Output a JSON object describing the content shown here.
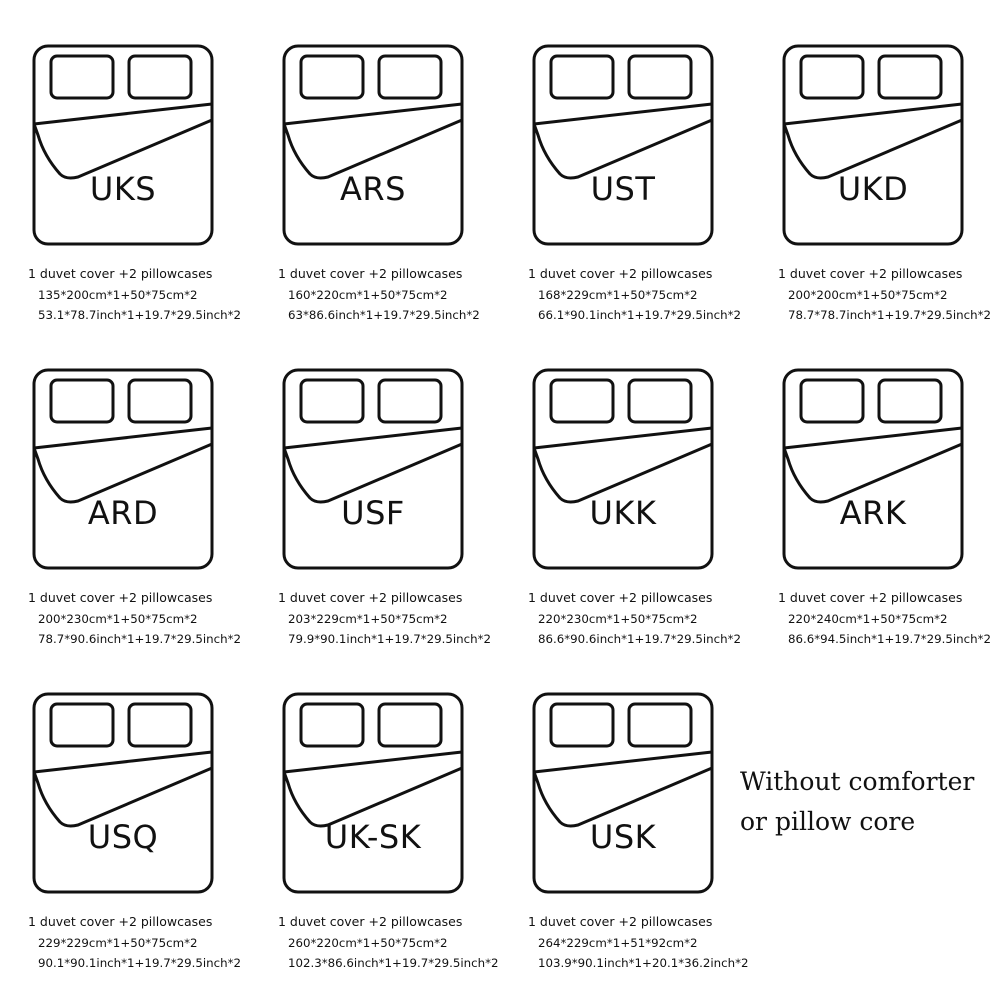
{
  "products": [
    {
      "code": "UKS",
      "line1": "1 duvet cover +2 pillowcases",
      "line2": "135*200cm*1+50*75cm*2",
      "line3": "53.1*78.7inch*1+19.7*29.5inch*2"
    },
    {
      "code": "ARS",
      "line1": "1 duvet cover +2 pillowcases",
      "line2": "160*220cm*1+50*75cm*2",
      "line3": "63*86.6inch*1+19.7*29.5inch*2"
    },
    {
      "code": "UST",
      "line1": "1 duvet cover +2 pillowcases",
      "line2": "168*229cm*1+50*75cm*2",
      "line3": "66.1*90.1inch*1+19.7*29.5inch*2"
    },
    {
      "code": "UKD",
      "line1": "1 duvet cover +2 pillowcases",
      "line2": "200*200cm*1+50*75cm*2",
      "line3": "78.7*78.7inch*1+19.7*29.5inch*2"
    },
    {
      "code": "ARD",
      "line1": "1 duvet cover +2 pillowcases",
      "line2": "200*230cm*1+50*75cm*2",
      "line3": "78.7*90.6inch*1+19.7*29.5inch*2"
    },
    {
      "code": "USF",
      "line1": "1 duvet cover +2 pillowcases",
      "line2": "203*229cm*1+50*75cm*2",
      "line3": "79.9*90.1inch*1+19.7*29.5inch*2"
    },
    {
      "code": "UKK",
      "line1": "1 duvet cover +2 pillowcases",
      "line2": "220*230cm*1+50*75cm*2",
      "line3": "86.6*90.6inch*1+19.7*29.5inch*2"
    },
    {
      "code": "ARK",
      "line1": "1 duvet cover +2 pillowcases",
      "line2": "220*240cm*1+50*75cm*2",
      "line3": "86.6*94.5inch*1+19.7*29.5inch*2"
    },
    {
      "code": "USQ",
      "line1": "1 duvet cover +2 pillowcases",
      "line2": "229*229cm*1+50*75cm*2",
      "line3": "90.1*90.1inch*1+19.7*29.5inch*2"
    },
    {
      "code": "UK-SK",
      "line1": "1 duvet cover +2 pillowcases",
      "line2": "260*220cm*1+50*75cm*2",
      "line3": "102.3*86.6inch*1+19.7*29.5inch*2"
    },
    {
      "code": "USK",
      "line1": "1 duvet cover +2 pillowcases",
      "line2": "264*229cm*1+51*92cm*2",
      "line3": "103.9*90.1inch*1+20.1*36.2inch*2"
    }
  ],
  "note": {
    "line1": "Without comforter",
    "line2": "or pillow core"
  },
  "icon": "bed-icon"
}
